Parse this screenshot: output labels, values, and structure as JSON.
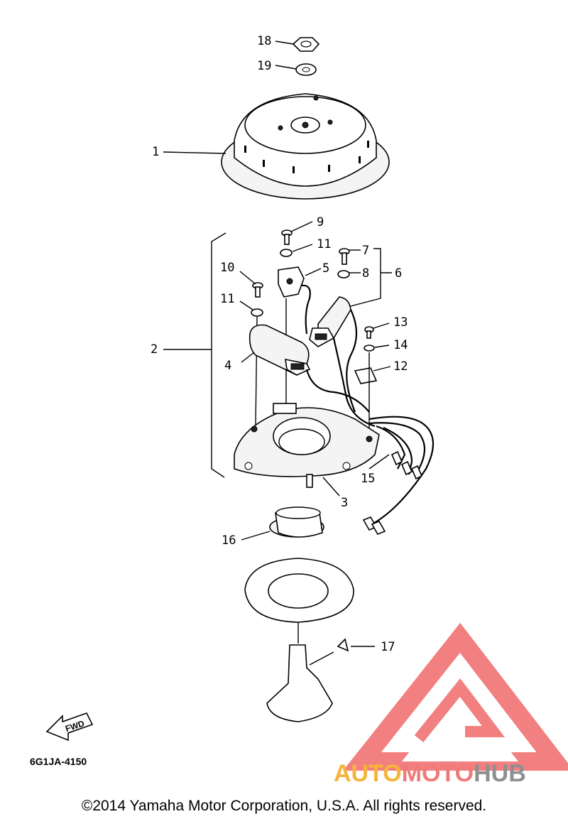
{
  "callouts": {
    "c1": "1",
    "c2": "2",
    "c3": "3",
    "c4": "4",
    "c5": "5",
    "c6": "6",
    "c7": "7",
    "c8": "8",
    "c9": "9",
    "c10": "10",
    "c11a": "11",
    "c11b": "11",
    "c12": "12",
    "c13": "13",
    "c14": "14",
    "c15": "15",
    "c16": "16",
    "c17": "17",
    "c18": "18",
    "c19": "19"
  },
  "fwd_label": "FWD",
  "drawing_number": "6G1JA-4150",
  "watermark": {
    "part1": "AUTO",
    "part2": "MOTO",
    "part3": "HUB",
    "colors": {
      "auto": "#f5b43a",
      "moto": "#f07a7a",
      "hub": "#8f8f8f",
      "triangle": "#f06a6a"
    }
  },
  "copyright": "©2014 Yamaha Motor Corporation, U.S.A. All rights reserved."
}
